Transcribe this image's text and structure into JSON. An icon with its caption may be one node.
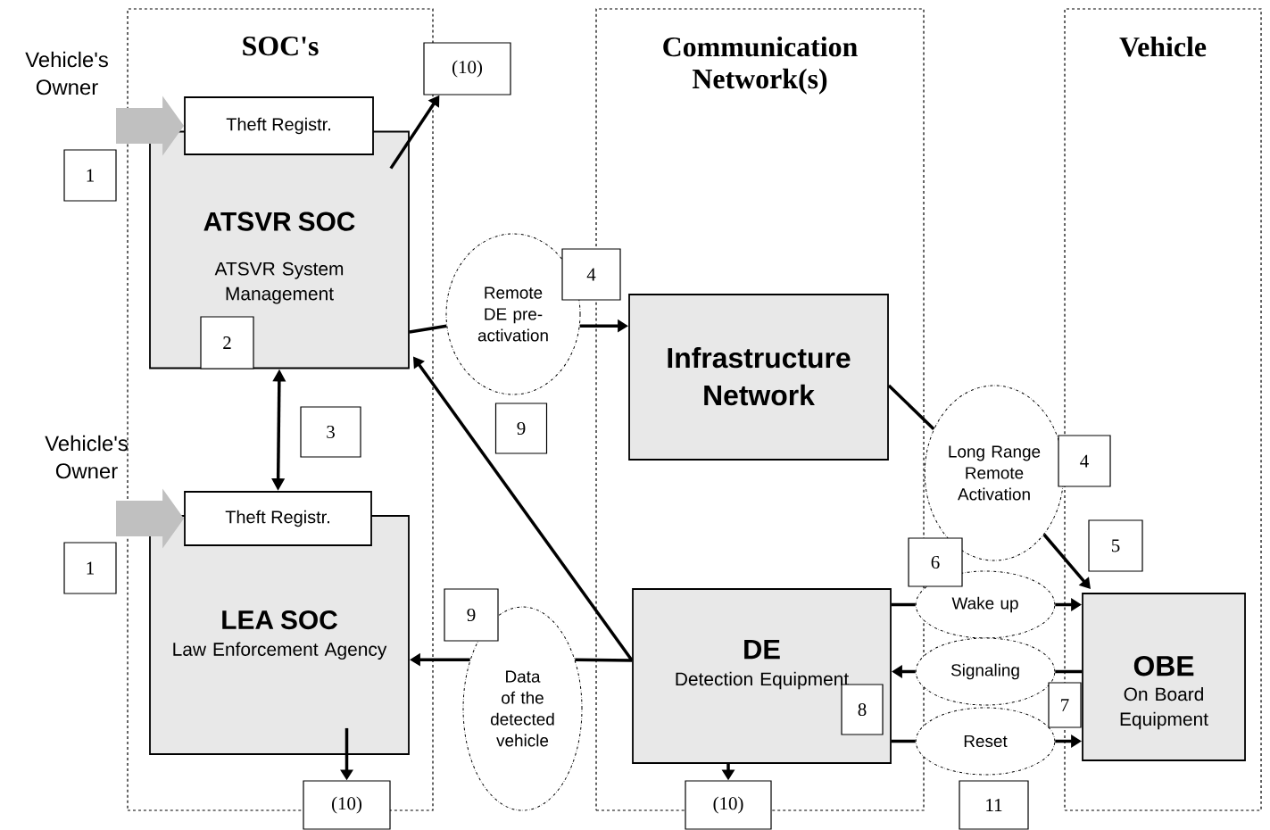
{
  "diagram": {
    "nodes": [
      {
        "text": [
          "SOC's"
        ]
      },
      {
        "text": [
          "Communication Network(s)"
        ]
      },
      {
        "text": [
          "Vehicle"
        ]
      },
      {
        "text": [
          "ATSVR SOC",
          "ATSVR System Management"
        ],
        "in": 0
      },
      {
        "text": [
          "Theft Registr."
        ],
        "in": 0
      },
      {
        "text": [
          "2"
        ],
        "in": 3
      },
      {
        "text": [
          "(10)"
        ]
      },
      {
        "text": [
          "1"
        ]
      },
      {
        "text": [
          "Vehicle's Owner"
        ]
      },
      {
        "text": [
          "LEA SOC",
          "Law Enforcement Agency"
        ],
        "in": 0
      },
      {
        "text": [
          "Theft Registr."
        ],
        "in": 0
      },
      {
        "text": [
          "1"
        ]
      },
      {
        "text": [
          "Vehicle's Owner"
        ]
      },
      {
        "text": [
          "3"
        ],
        "in": 0
      },
      {
        "text": [
          "(10)"
        ]
      },
      {
        "text": [
          "Remote DE pre-activation"
        ]
      },
      {
        "text": [
          "4"
        ]
      },
      {
        "text": [
          "Infrastructure Network"
        ],
        "in": 1
      },
      {
        "text": [
          "9"
        ]
      },
      {
        "text": [
          "DE",
          "Detection Equipment"
        ],
        "in": 1
      },
      {
        "text": [
          "8"
        ],
        "in": 19
      },
      {
        "text": [
          "9"
        ]
      },
      {
        "text": [
          "Data of the detected vehicle"
        ]
      },
      {
        "text": [
          "(10)"
        ]
      },
      {
        "text": [
          "Long Range Remote Activation"
        ]
      },
      {
        "text": [
          "4"
        ]
      },
      {
        "text": [
          "6"
        ]
      },
      {
        "text": [
          "5"
        ],
        "in": 2
      },
      {
        "text": [
          "Wake up"
        ]
      },
      {
        "text": [
          "OBE",
          "On Board Equipment"
        ],
        "in": 2
      },
      {
        "text": [
          "Signaling"
        ]
      },
      {
        "text": [
          "7"
        ]
      },
      {
        "text": [
          "Reset"
        ]
      },
      {
        "text": [
          "11"
        ]
      }
    ],
    "edges": [
      {
        "from": 8,
        "to": 4,
        "arrow": "to",
        "style": "thick",
        "color": "#c0c0c0"
      },
      {
        "from": 12,
        "to": 10,
        "arrow": "to",
        "style": "thick",
        "color": "#c0c0c0"
      },
      {
        "from": 3,
        "to": 6,
        "arrow": "to"
      },
      {
        "from": 3,
        "to": 10,
        "arrow": "both"
      },
      {
        "from": 3,
        "to": 15,
        "arrow": "none"
      },
      {
        "from": 15,
        "to": 17,
        "arrow": "to"
      },
      {
        "from": 19,
        "to": 3,
        "arrow": "to"
      },
      {
        "from": 19,
        "to": 22,
        "arrow": "none"
      },
      {
        "from": 22,
        "to": 9,
        "arrow": "to"
      },
      {
        "from": 9,
        "to": 14,
        "arrow": "to"
      },
      {
        "from": 19,
        "to": 23,
        "arrow": "to"
      },
      {
        "from": 17,
        "to": 24,
        "arrow": "none"
      },
      {
        "from": 24,
        "to": 29,
        "arrow": "to"
      },
      {
        "from": 19,
        "to": 28,
        "arrow": "none"
      },
      {
        "from": 28,
        "to": 29,
        "arrow": "to"
      },
      {
        "from": 29,
        "to": 30,
        "arrow": "none"
      },
      {
        "from": 30,
        "to": 19,
        "arrow": "to"
      },
      {
        "from": 19,
        "to": 32,
        "arrow": "none"
      },
      {
        "from": 32,
        "to": 29,
        "arrow": "to"
      }
    ]
  }
}
